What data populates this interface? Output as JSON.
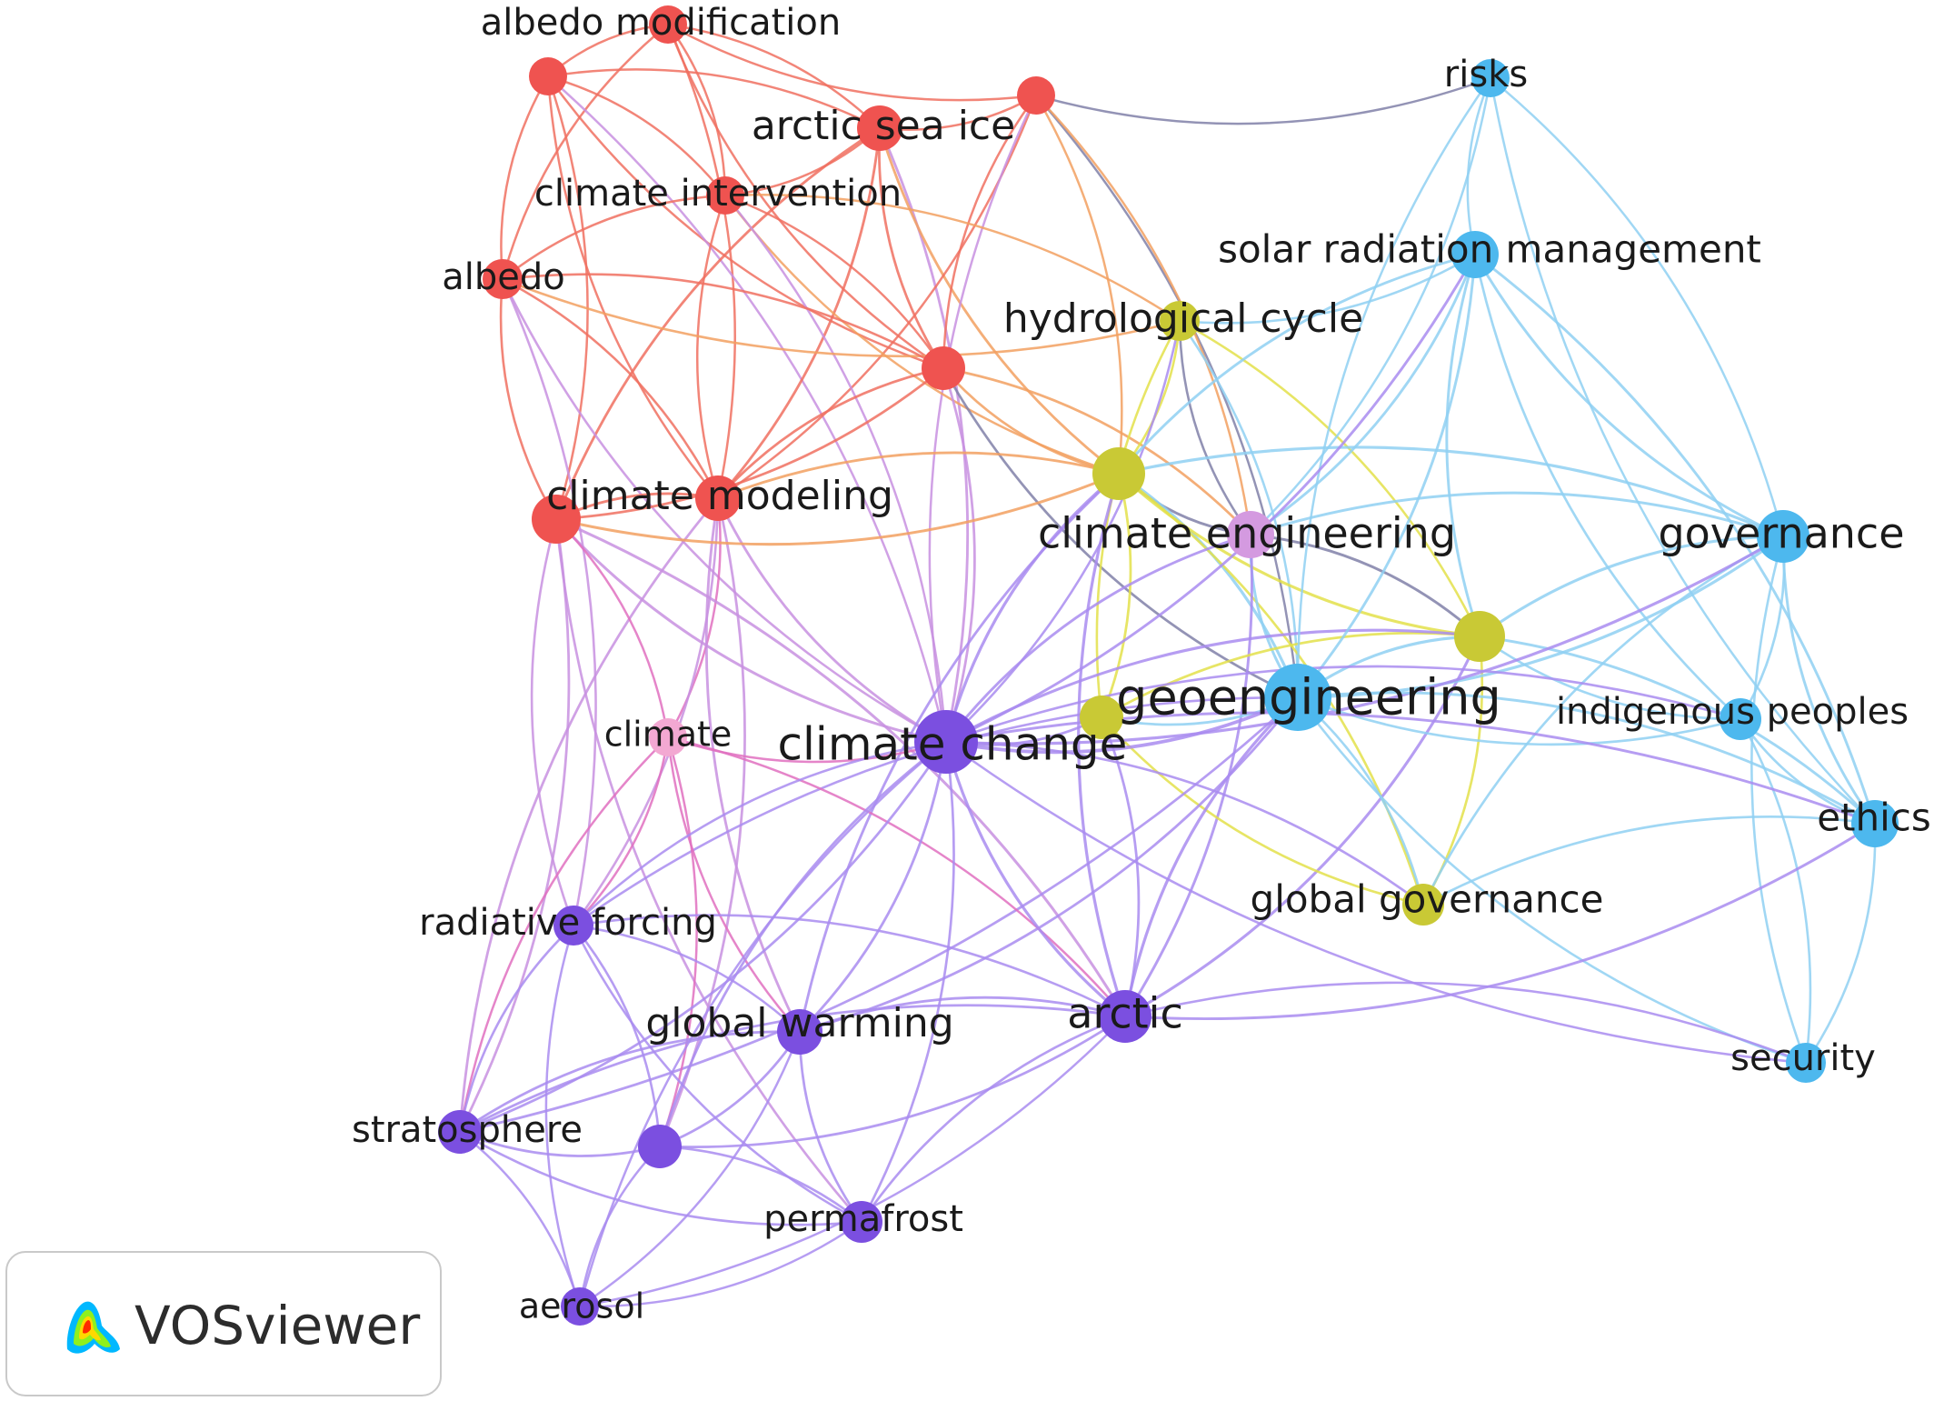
{
  "colors": {
    "red": "#ef5350",
    "purple": "#7b4fe0",
    "yellow": "#c9c935",
    "blue": "#4db8ee",
    "pink": "#f3a8d2",
    "lilac": "#d49ae0",
    "edge_red": "#f07060",
    "edge_purple": "#a98cf0",
    "edge_yellow": "#e3e04a",
    "edge_blue": "#8fd0f2",
    "edge_pink": "#e070c0",
    "edge_orange": "#f2a060",
    "edge_gray": "#8080a8"
  },
  "nodes": [
    {
      "id": "albedo_mod",
      "label": "albedo modification",
      "cluster": "red",
      "weight": 1.0
    },
    {
      "id": "red_top_left",
      "label": "",
      "cluster": "red",
      "weight": 1.0
    },
    {
      "id": "red_top_right",
      "label": "",
      "cluster": "red",
      "weight": 1.0
    },
    {
      "id": "arctic_sea_ice",
      "label": "arctic sea ice",
      "cluster": "red",
      "weight": 1.4
    },
    {
      "id": "climate_intervention",
      "label": "climate intervention",
      "cluster": "red",
      "weight": 1.0
    },
    {
      "id": "albedo",
      "label": "albedo",
      "cluster": "red",
      "weight": 1.1
    },
    {
      "id": "red_mid",
      "label": "",
      "cluster": "red",
      "weight": 1.3
    },
    {
      "id": "climate_modeling",
      "label": "climate modeling",
      "cluster": "red",
      "weight": 1.4
    },
    {
      "id": "red_left_big",
      "label": "",
      "cluster": "red",
      "weight": 1.6
    },
    {
      "id": "hydrological_cycle",
      "label": "hydrological cycle",
      "cluster": "yellow",
      "weight": 1.1
    },
    {
      "id": "yellow_big",
      "label": "",
      "cluster": "yellow",
      "weight": 1.8
    },
    {
      "id": "climate_engineering",
      "label": "climate engineering",
      "cluster": "lilac",
      "weight": 1.5
    },
    {
      "id": "yellow_right",
      "label": "",
      "cluster": "yellow",
      "weight": 1.7
    },
    {
      "id": "yellow_small",
      "label": "",
      "cluster": "yellow",
      "weight": 1.3
    },
    {
      "id": "global_governance",
      "label": "global governance",
      "cluster": "yellow",
      "weight": 1.2
    },
    {
      "id": "risks",
      "label": "risks",
      "cluster": "blue",
      "weight": 1.0
    },
    {
      "id": "srm",
      "label": "solar radiation management",
      "cluster": "blue",
      "weight": 1.5
    },
    {
      "id": "governance",
      "label": "governance",
      "cluster": "blue",
      "weight": 1.8
    },
    {
      "id": "geoengineering",
      "label": "geoengineering",
      "cluster": "blue",
      "weight": 2.6
    },
    {
      "id": "indigenous_peoples",
      "label": "indigenous peoples",
      "cluster": "blue",
      "weight": 1.2
    },
    {
      "id": "ethics",
      "label": "ethics",
      "cluster": "blue",
      "weight": 1.5
    },
    {
      "id": "security",
      "label": "security",
      "cluster": "blue",
      "weight": 1.1
    },
    {
      "id": "climate",
      "label": "climate",
      "cluster": "pink",
      "weight": 1.0
    },
    {
      "id": "climate_change",
      "label": "climate change",
      "cluster": "purple",
      "weight": 2.4
    },
    {
      "id": "radiative_forcing",
      "label": "radiative forcing",
      "cluster": "purple",
      "weight": 1.1
    },
    {
      "id": "global_warming",
      "label": "global warming",
      "cluster": "purple",
      "weight": 1.4
    },
    {
      "id": "arctic",
      "label": "arctic",
      "cluster": "purple",
      "weight": 1.8
    },
    {
      "id": "stratosphere",
      "label": "stratosphere",
      "cluster": "purple",
      "weight": 1.3
    },
    {
      "id": "purple_small",
      "label": "",
      "cluster": "purple",
      "weight": 1.3
    },
    {
      "id": "permafrost",
      "label": "permafrost",
      "cluster": "purple",
      "weight": 1.2
    },
    {
      "id": "aerosol",
      "label": "aerosol",
      "cluster": "purple",
      "weight": 1.0
    }
  ],
  "edges": [
    [
      "albedo_mod",
      "red_top_left"
    ],
    [
      "albedo_mod",
      "arctic_sea_ice"
    ],
    [
      "albedo_mod",
      "red_top_right"
    ],
    [
      "albedo_mod",
      "climate_intervention"
    ],
    [
      "albedo_mod",
      "albedo"
    ],
    [
      "albedo_mod",
      "climate_modeling"
    ],
    [
      "albedo_mod",
      "red_mid"
    ],
    [
      "red_top_left",
      "arctic_sea_ice"
    ],
    [
      "red_top_left",
      "albedo"
    ],
    [
      "red_top_left",
      "red_left_big"
    ],
    [
      "red_top_left",
      "climate_modeling"
    ],
    [
      "red_top_left",
      "climate_intervention"
    ],
    [
      "red_top_left",
      "red_mid"
    ],
    [
      "red_top_left",
      "climate_change"
    ],
    [
      "arctic_sea_ice",
      "red_top_right"
    ],
    [
      "arctic_sea_ice",
      "climate_intervention"
    ],
    [
      "arctic_sea_ice",
      "red_mid"
    ],
    [
      "arctic_sea_ice",
      "climate_modeling"
    ],
    [
      "arctic_sea_ice",
      "red_left_big"
    ],
    [
      "arctic_sea_ice",
      "climate_change"
    ],
    [
      "arctic_sea_ice",
      "yellow_big"
    ],
    [
      "red_top_right",
      "climate_modeling"
    ],
    [
      "red_top_right",
      "red_mid"
    ],
    [
      "red_top_right",
      "yellow_big"
    ],
    [
      "red_top_right",
      "climate_change"
    ],
    [
      "red_top_right",
      "geoengineering"
    ],
    [
      "red_top_right",
      "risks"
    ],
    [
      "red_top_right",
      "climate_engineering"
    ],
    [
      "climate_intervention",
      "albedo"
    ],
    [
      "climate_intervention",
      "red_mid"
    ],
    [
      "climate_intervention",
      "climate_modeling"
    ],
    [
      "climate_intervention",
      "hydrological_cycle"
    ],
    [
      "climate_intervention",
      "yellow_big"
    ],
    [
      "climate_intervention",
      "climate_change"
    ],
    [
      "albedo",
      "red_left_big"
    ],
    [
      "albedo",
      "climate_modeling"
    ],
    [
      "albedo",
      "climate_change"
    ],
    [
      "albedo",
      "radiative_forcing"
    ],
    [
      "albedo",
      "hydrological_cycle"
    ],
    [
      "albedo",
      "red_mid"
    ],
    [
      "red_mid",
      "yellow_big"
    ],
    [
      "red_mid",
      "climate_change"
    ],
    [
      "red_mid",
      "climate_modeling"
    ],
    [
      "red_mid",
      "climate_engineering"
    ],
    [
      "red_mid",
      "geoengineering"
    ],
    [
      "red_mid",
      "red_left_big"
    ],
    [
      "climate_modeling",
      "red_left_big"
    ],
    [
      "climate_modeling",
      "climate"
    ],
    [
      "climate_modeling",
      "climate_change"
    ],
    [
      "climate_modeling",
      "radiative_forcing"
    ],
    [
      "climate_modeling",
      "global_warming"
    ],
    [
      "climate_modeling",
      "yellow_big"
    ],
    [
      "climate_modeling",
      "stratosphere"
    ],
    [
      "climate_modeling",
      "purple_small"
    ],
    [
      "red_left_big",
      "climate_change"
    ],
    [
      "red_left_big",
      "stratosphere"
    ],
    [
      "red_left_big",
      "radiative_forcing"
    ],
    [
      "red_left_big",
      "arctic"
    ],
    [
      "red_left_big",
      "yellow_big"
    ],
    [
      "red_left_big",
      "climate"
    ],
    [
      "red_left_big",
      "permafrost"
    ],
    [
      "hydrological_cycle",
      "yellow_big"
    ],
    [
      "hydrological_cycle",
      "climate_engineering"
    ],
    [
      "hydrological_cycle",
      "geoengineering"
    ],
    [
      "hydrological_cycle",
      "yellow_small"
    ],
    [
      "hydrological_cycle",
      "yellow_right"
    ],
    [
      "hydrological_cycle",
      "srm"
    ],
    [
      "hydrological_cycle",
      "climate_change"
    ],
    [
      "yellow_big",
      "climate_engineering"
    ],
    [
      "yellow_big",
      "geoengineering"
    ],
    [
      "yellow_big",
      "yellow_right"
    ],
    [
      "yellow_big",
      "yellow_small"
    ],
    [
      "yellow_big",
      "climate_change"
    ],
    [
      "yellow_big",
      "global_governance"
    ],
    [
      "yellow_big",
      "arctic"
    ],
    [
      "yellow_big",
      "governance"
    ],
    [
      "yellow_big",
      "global_warming"
    ],
    [
      "yellow_big",
      "srm"
    ],
    [
      "climate_engineering",
      "geoengineering"
    ],
    [
      "climate_engineering",
      "yellow_right"
    ],
    [
      "climate_engineering",
      "climate_change"
    ],
    [
      "climate_engineering",
      "governance"
    ],
    [
      "climate_engineering",
      "srm"
    ],
    [
      "climate_engineering",
      "arctic"
    ],
    [
      "yellow_right",
      "geoengineering"
    ],
    [
      "yellow_right",
      "governance"
    ],
    [
      "yellow_right",
      "indigenous_peoples"
    ],
    [
      "yellow_right",
      "ethics"
    ],
    [
      "yellow_right",
      "yellow_small"
    ],
    [
      "yellow_right",
      "global_governance"
    ],
    [
      "yellow_right",
      "climate_change"
    ],
    [
      "yellow_right",
      "arctic"
    ],
    [
      "yellow_small",
      "geoengineering"
    ],
    [
      "yellow_small",
      "climate_change"
    ],
    [
      "yellow_small",
      "global_governance"
    ],
    [
      "yellow_small",
      "arctic"
    ],
    [
      "global_governance",
      "geoengineering"
    ],
    [
      "global_governance",
      "ethics"
    ],
    [
      "global_governance",
      "climate_change"
    ],
    [
      "global_governance",
      "governance"
    ],
    [
      "risks",
      "srm"
    ],
    [
      "risks",
      "governance"
    ],
    [
      "risks",
      "geoengineering"
    ],
    [
      "risks",
      "climate_engineering"
    ],
    [
      "risks",
      "ethics"
    ],
    [
      "srm",
      "geoengineering"
    ],
    [
      "srm",
      "governance"
    ],
    [
      "srm",
      "ethics"
    ],
    [
      "srm",
      "indigenous_peoples"
    ],
    [
      "srm",
      "climate_change"
    ],
    [
      "srm",
      "yellow_right"
    ],
    [
      "governance",
      "geoengineering"
    ],
    [
      "governance",
      "ethics"
    ],
    [
      "governance",
      "indigenous_peoples"
    ],
    [
      "governance",
      "security"
    ],
    [
      "governance",
      "climate_change"
    ],
    [
      "geoengineering",
      "indigenous_peoples"
    ],
    [
      "geoengineering",
      "ethics"
    ],
    [
      "geoengineering",
      "security"
    ],
    [
      "geoengineering",
      "climate_change"
    ],
    [
      "geoengineering",
      "arctic"
    ],
    [
      "geoengineering",
      "global_warming"
    ],
    [
      "geoengineering",
      "radiative_forcing"
    ],
    [
      "geoengineering",
      "stratosphere"
    ],
    [
      "indigenous_peoples",
      "ethics"
    ],
    [
      "indigenous_peoples",
      "security"
    ],
    [
      "indigenous_peoples",
      "climate_change"
    ],
    [
      "ethics",
      "security"
    ],
    [
      "ethics",
      "climate_change"
    ],
    [
      "ethics",
      "arctic"
    ],
    [
      "security",
      "arctic"
    ],
    [
      "security",
      "climate_change"
    ],
    [
      "climate",
      "climate_change"
    ],
    [
      "climate",
      "radiative_forcing"
    ],
    [
      "climate",
      "global_warming"
    ],
    [
      "climate",
      "purple_small"
    ],
    [
      "climate",
      "stratosphere"
    ],
    [
      "climate",
      "arctic"
    ],
    [
      "climate_change",
      "radiative_forcing"
    ],
    [
      "climate_change",
      "global_warming"
    ],
    [
      "climate_change",
      "arctic"
    ],
    [
      "climate_change",
      "stratosphere"
    ],
    [
      "climate_change",
      "purple_small"
    ],
    [
      "climate_change",
      "permafrost"
    ],
    [
      "climate_change",
      "aerosol"
    ],
    [
      "radiative_forcing",
      "global_warming"
    ],
    [
      "radiative_forcing",
      "stratosphere"
    ],
    [
      "radiative_forcing",
      "purple_small"
    ],
    [
      "radiative_forcing",
      "aerosol"
    ],
    [
      "radiative_forcing",
      "arctic"
    ],
    [
      "radiative_forcing",
      "permafrost"
    ],
    [
      "global_warming",
      "arctic"
    ],
    [
      "global_warming",
      "stratosphere"
    ],
    [
      "global_warming",
      "purple_small"
    ],
    [
      "global_warming",
      "permafrost"
    ],
    [
      "global_warming",
      "aerosol"
    ],
    [
      "arctic",
      "permafrost"
    ],
    [
      "arctic",
      "purple_small"
    ],
    [
      "arctic",
      "stratosphere"
    ],
    [
      "arctic",
      "aerosol"
    ],
    [
      "stratosphere",
      "purple_small"
    ],
    [
      "stratosphere",
      "aerosol"
    ],
    [
      "stratosphere",
      "permafrost"
    ],
    [
      "purple_small",
      "permafrost"
    ],
    [
      "purple_small",
      "aerosol"
    ],
    [
      "permafrost",
      "aerosol"
    ]
  ],
  "badge": {
    "text": "VOSviewer",
    "logo_icon": "vosviewer-logo-icon"
  }
}
